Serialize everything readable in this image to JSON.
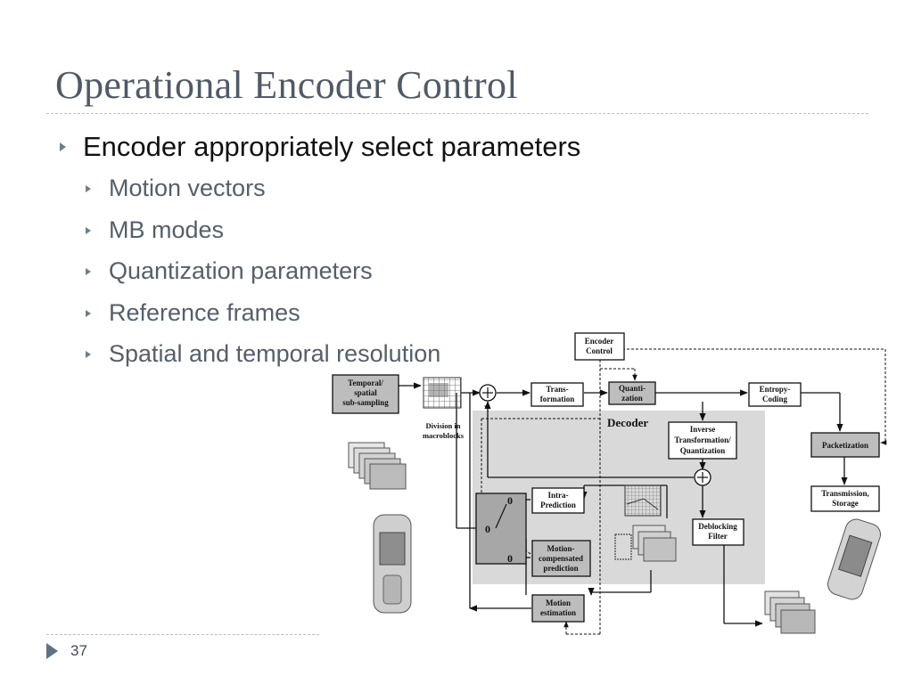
{
  "slide": {
    "title": "Operational Encoder Control",
    "page_number": "37"
  },
  "bullets": {
    "main": "Encoder appropriately select parameters",
    "sub": [
      "Motion vectors",
      "MB modes",
      "Quantization parameters",
      "Reference frames",
      "Spatial and temporal resolution"
    ]
  },
  "diagram": {
    "encoder_control": [
      "Encoder",
      "Control"
    ],
    "temporal": [
      "Temporal/",
      "spatial",
      "sub-sampling"
    ],
    "division": [
      "Division in",
      "macroblocks"
    ],
    "transformation": [
      "Trans-",
      "formation"
    ],
    "quantization": [
      "Quanti-",
      "zation"
    ],
    "entropy": [
      "Entropy-",
      "Coding"
    ],
    "decoder": "Decoder",
    "inverse": [
      "Inverse",
      "Transformation/",
      "Quantization"
    ],
    "packetization": "Packetization",
    "transmission": [
      "Transmission,",
      "Storage"
    ],
    "intra": [
      "Intra-",
      "Prediction"
    ],
    "deblocking": [
      "Deblocking",
      "Filter"
    ],
    "motion_comp": [
      "Motion-",
      "compensated",
      "prediction"
    ],
    "motion_est": [
      "Motion",
      "estimation"
    ],
    "minus": "-",
    "switch_label": "0"
  }
}
